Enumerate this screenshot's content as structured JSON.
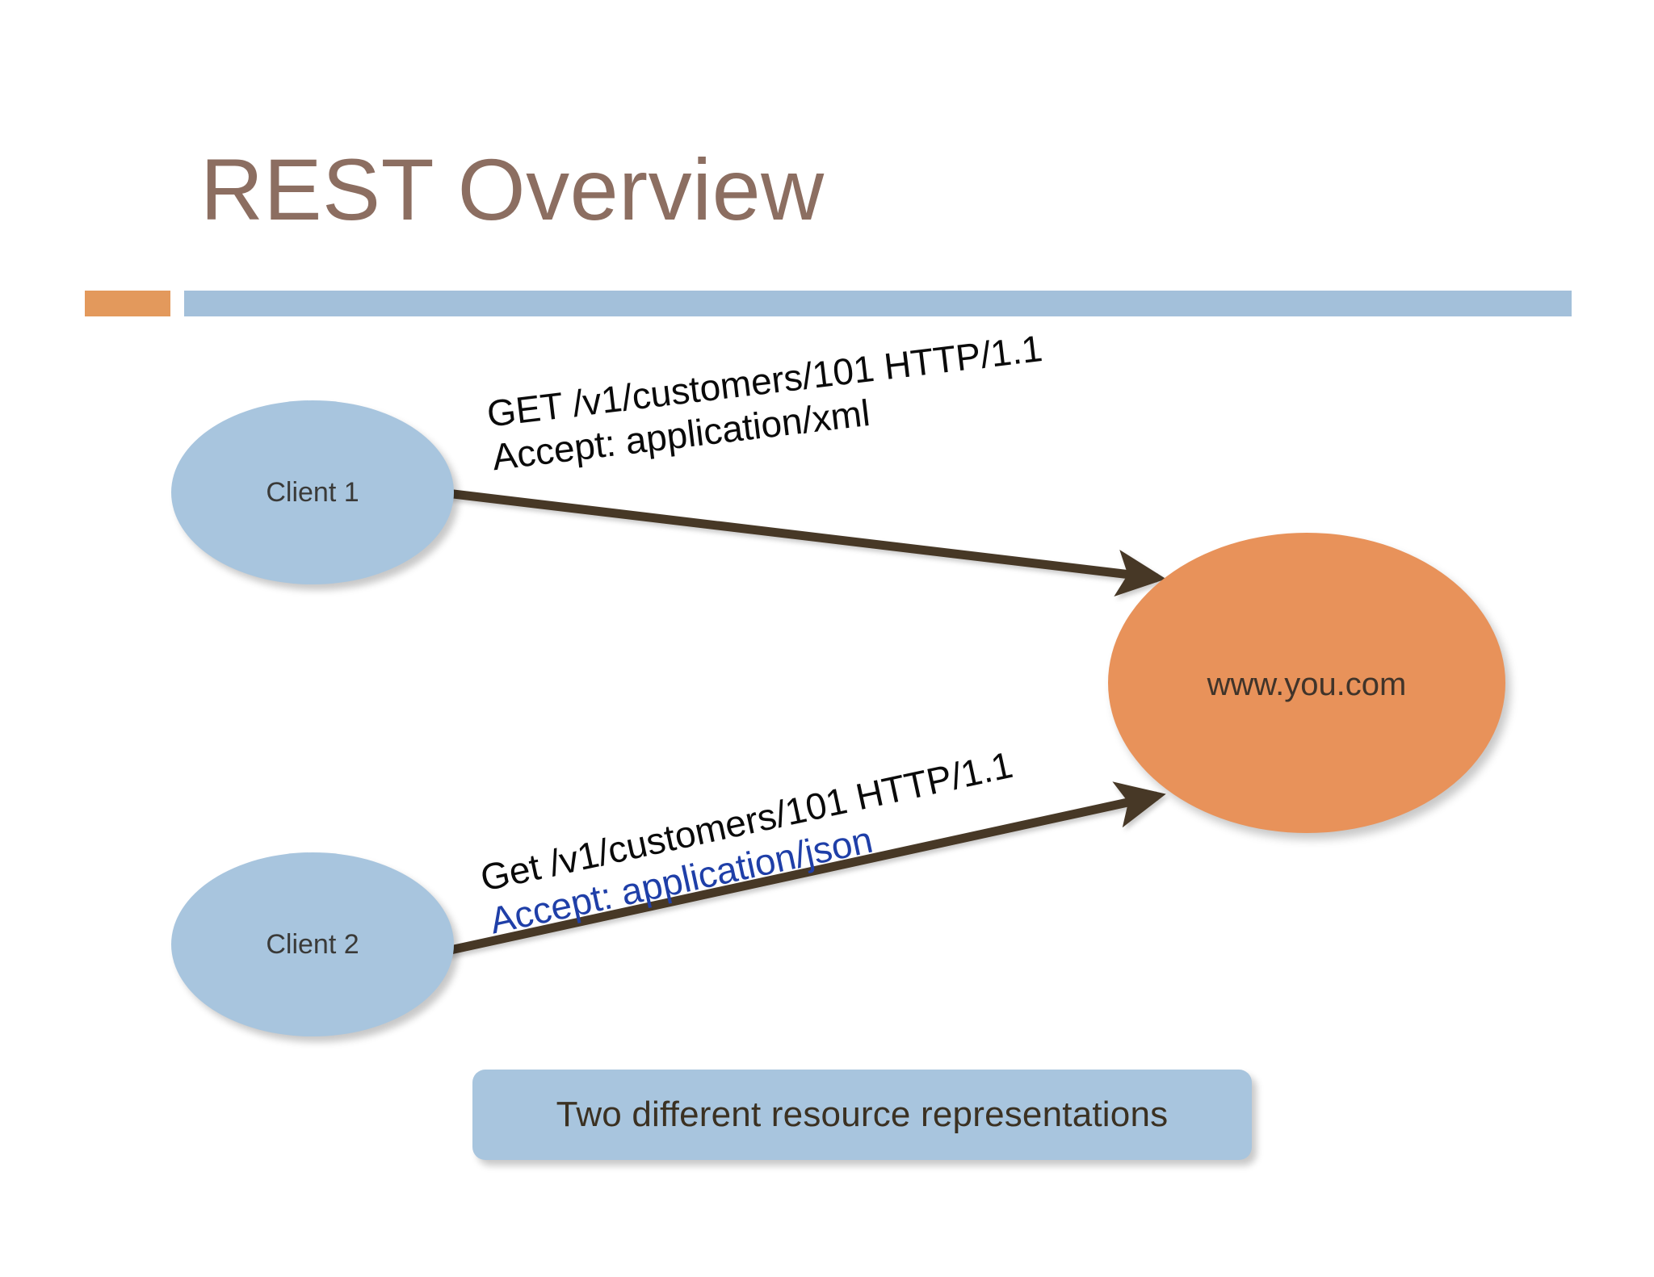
{
  "slide": {
    "title": "REST Overview",
    "background_color": "#FFFFFF",
    "title_color": "#8C6E61"
  },
  "divider": {
    "accent_color": "#E3995C",
    "bar_color": "#A3C0DA"
  },
  "nodes": {
    "client1": {
      "label": "Client 1",
      "fill_color": "#A8C5DE",
      "text_color": "#3A3A38"
    },
    "client2": {
      "label": "Client 2",
      "fill_color": "#A8C5DE",
      "text_color": "#3A3A38"
    },
    "server": {
      "label": "www.you.com",
      "fill_color": "#E8925A",
      "text_color": "#40342A"
    }
  },
  "requests": [
    {
      "request_line": "GET /v1/customers/101 HTTP/1.1",
      "accept_header": "Accept: application/xml",
      "request_line_color": "#0A0A0A",
      "accept_header_color": "#0A0A0A"
    },
    {
      "request_line": "Get /v1/customers/101 HTTP/1.1",
      "accept_header": "Accept: application/json",
      "request_line_color": "#0A0A0A",
      "accept_header_color": "#1F3FA8"
    }
  ],
  "arrows": {
    "color": "#473828",
    "count": 2
  },
  "caption": {
    "text": "Two different resource representations",
    "fill_color": "#A8C5DE",
    "text_color": "#3B3122"
  },
  "icons": {
    "arrow": "arrow-right-icon"
  }
}
